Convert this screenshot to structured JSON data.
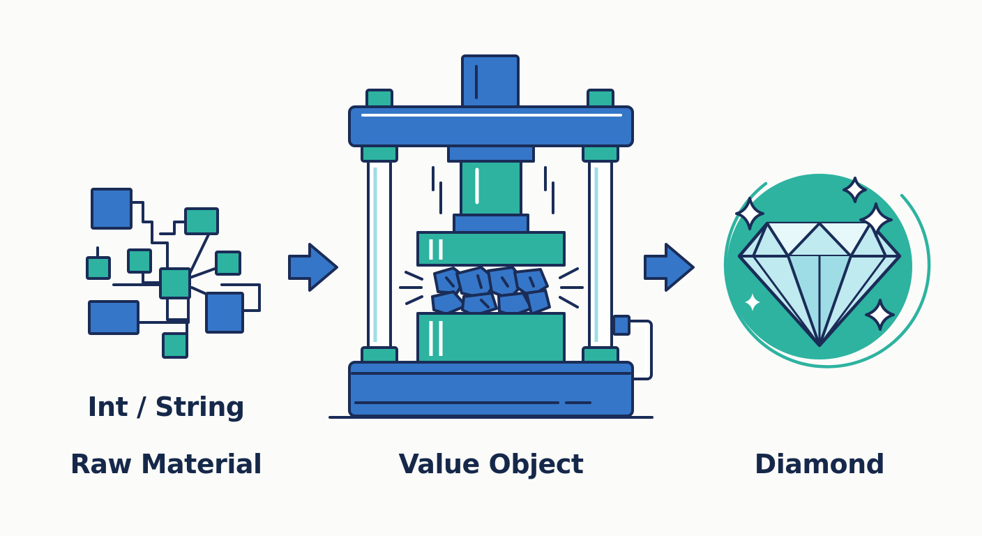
{
  "stages": [
    {
      "id": "raw-material",
      "type_text": "Int / String",
      "name": "Raw Material",
      "icon": "scattered-blocks-icon"
    },
    {
      "id": "value-object",
      "name": "Value Object",
      "icon": "hydraulic-press-icon"
    },
    {
      "id": "diamond",
      "name": "Diamond",
      "icon": "diamond-icon"
    }
  ],
  "connectors": [
    "right-arrow-icon",
    "right-arrow-icon"
  ],
  "colors": {
    "outline": "#1a2c57",
    "blue": "#3576c8",
    "teal": "#2db3a0",
    "light_teal": "#9fdde6",
    "white": "#ffffff",
    "background": "#fbfbf9"
  }
}
